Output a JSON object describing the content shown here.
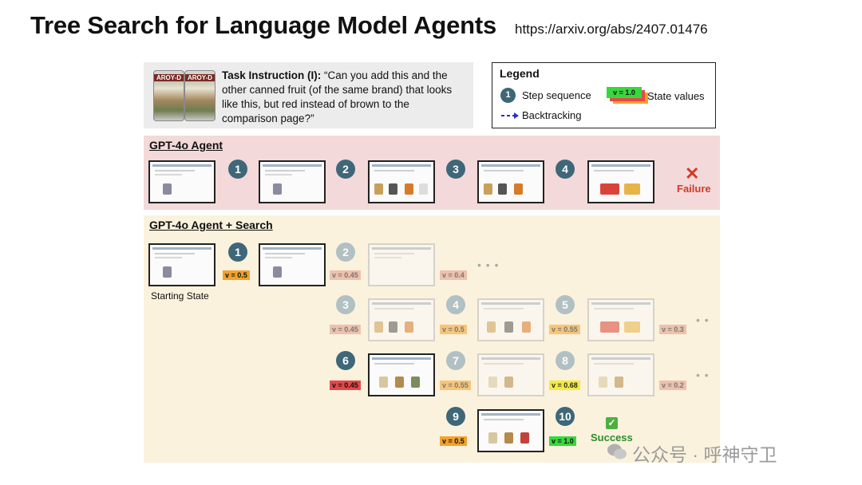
{
  "header": {
    "title": "Tree Search for Language Model Agents",
    "url": "https://arxiv.org/abs/2407.01476"
  },
  "task": {
    "label": "Task Instruction (I):",
    "text": "“Can you add this and the other canned fruit (of the same brand) that looks like this, but red instead of brown to the comparison page?”",
    "can_brand": "AROY-D"
  },
  "legend": {
    "title": "Legend",
    "step_example": "1",
    "step_label": "Step sequence",
    "value_example": "v = 1.0",
    "value_label": "State values",
    "backtrack_label": "Backtracking"
  },
  "agent": {
    "title": "GPT-4o Agent",
    "steps": [
      "1",
      "2",
      "3",
      "4"
    ],
    "result": "Failure",
    "result_icon": "✕"
  },
  "search": {
    "title": "GPT-4o Agent + Search",
    "start_label": "Starting State",
    "steps": [
      "1",
      "2",
      "3",
      "4",
      "5",
      "6",
      "7",
      "8",
      "9",
      "10"
    ],
    "values": {
      "v1": "v = 0.5",
      "v2a": "v = 0.45",
      "v2b": "v = 0.4",
      "v3": "v = 0.45",
      "v4": "v = 0.5",
      "v5": "v = 0.55",
      "v5b": "v = 0.3",
      "v6": "v = 0.45",
      "v7": "v = 0.55",
      "v8": "v = 0.68",
      "v8b": "v = 0.2",
      "v9": "v = 0.5",
      "v10": "v = 1.0"
    },
    "result": "Success",
    "result_icon": "✓"
  },
  "colors": {
    "step_fill": "#3e6779",
    "agent_bg": "#f3d9d9",
    "search_bg": "#fbf2dd",
    "failure": "#d23b2a",
    "success": "#2e8b2e",
    "backtrack": "#2b2fc7",
    "v_orange": "#f2a22b",
    "v_salmon": "#e39a8a",
    "v_red": "#e5484a",
    "v_yellow": "#f5ea33",
    "v_green": "#37d83c"
  },
  "watermark": {
    "text": "公众号 · 呼神守卫"
  }
}
